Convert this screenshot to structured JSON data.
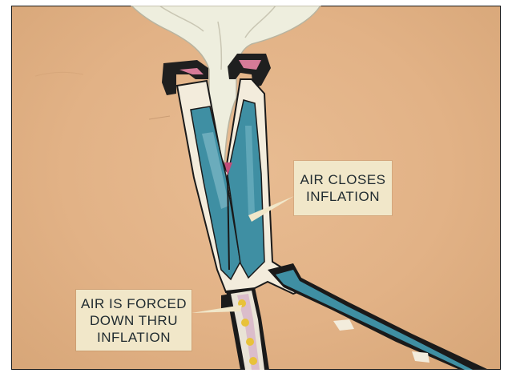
{
  "labels": {
    "air_closes": {
      "line1": "AIR CLOSES",
      "line2": "INFLATION"
    },
    "air_forced": {
      "line1": "AIR IS FORCED",
      "line2": "DOWN THRU",
      "line3": "INFLATION"
    }
  },
  "colors": {
    "background": "#e2b286",
    "tube_wall": "#f3ecdc",
    "tube_fill": "#3f8fa3",
    "outline": "#1a1a1a",
    "label_bg": "#f1e7c9",
    "pink_accent": "#d67b98"
  }
}
